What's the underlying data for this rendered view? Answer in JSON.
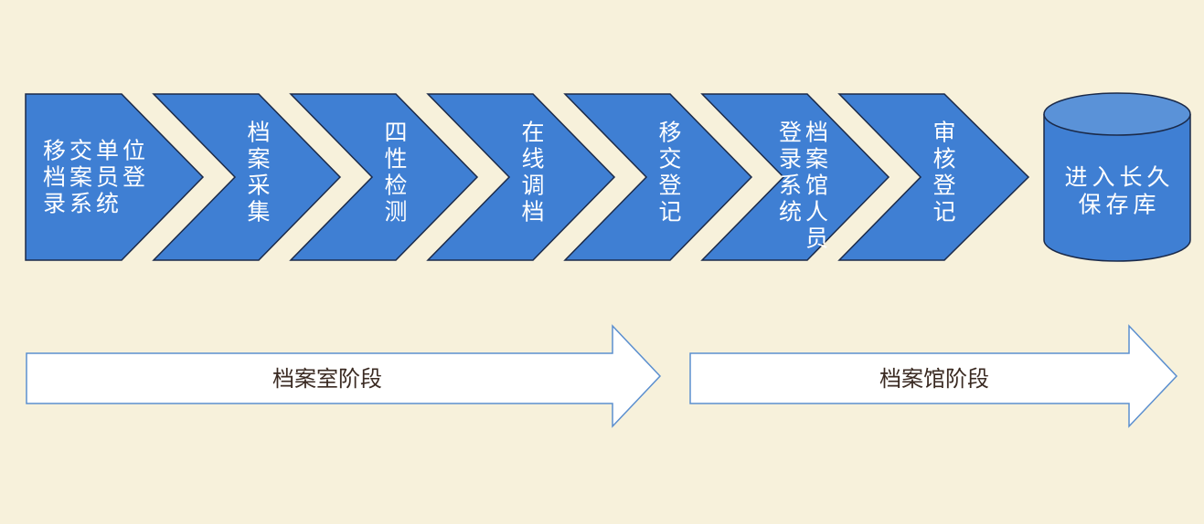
{
  "steps": [
    {
      "id": "s1",
      "text": "移交单位档案员登录系统",
      "columns": [
        "移交单位",
        "档案员登",
        "录系统"
      ],
      "orientation": "horizontal"
    },
    {
      "id": "s2",
      "text": "档案采集",
      "columns": [
        "档案采集"
      ],
      "orientation": "vertical"
    },
    {
      "id": "s3",
      "text": "四性检测",
      "columns": [
        "四性检测"
      ],
      "orientation": "vertical"
    },
    {
      "id": "s4",
      "text": "在线调档",
      "columns": [
        "在线调档"
      ],
      "orientation": "vertical"
    },
    {
      "id": "s5",
      "text": "移交登记",
      "columns": [
        "移交登记"
      ],
      "orientation": "vertical"
    },
    {
      "id": "s6",
      "text": "档案馆人员登录系统",
      "columns": [
        "档案馆人员",
        "登录系统"
      ],
      "orientation": "vertical"
    },
    {
      "id": "s7",
      "text": "审核登记",
      "columns": [
        "审核登记"
      ],
      "orientation": "vertical"
    }
  ],
  "storage": {
    "text": "进入长久保存库",
    "lines": [
      "进入长久",
      "保存库"
    ]
  },
  "phases": [
    {
      "id": "archive-room",
      "label": "档案室阶段"
    },
    {
      "id": "archive-hall",
      "label": "档案馆阶段"
    }
  ],
  "colors": {
    "background": "#f7f1db",
    "step_fill": "#3f7fd3",
    "step_stroke": "#1b2a49",
    "cylinder_top": "#5a92d8",
    "phase_fill": "#ffffff",
    "phase_stroke": "#5b8fcf",
    "phase_text": "#3a2a22"
  }
}
